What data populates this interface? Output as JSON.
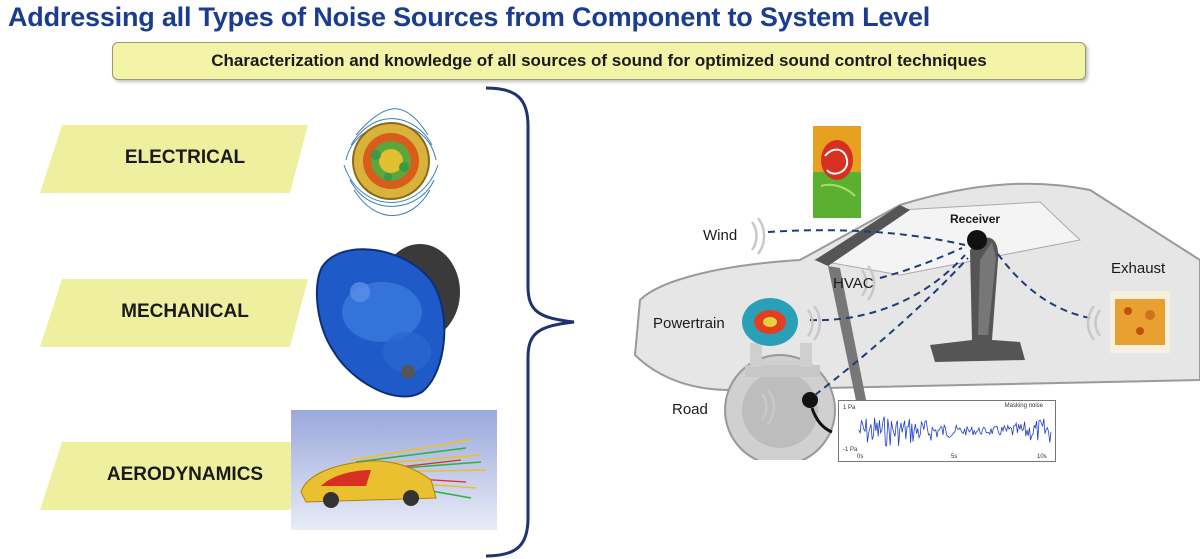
{
  "header": {
    "title": "Addressing all Types of Noise Sources from Component to System Level",
    "subtitle": "Characterization and knowledge of all sources of sound for optimized sound control techniques"
  },
  "categories": [
    {
      "label": "ELECTRICAL",
      "image_icon": "electric-motor-field-icon"
    },
    {
      "label": "MECHANICAL",
      "image_icon": "gearbox-housing-icon"
    },
    {
      "label": "AERODYNAMICS",
      "image_icon": "car-flow-simulation-icon"
    }
  ],
  "car_diagram": {
    "sources": {
      "wind": "Wind",
      "hvac": "HVAC",
      "powertrain": "Powertrain",
      "road": "Road",
      "exhaust": "Exhaust"
    },
    "receiver": "Receiver",
    "plot": {
      "title": "Masking noise",
      "y_ticks": [
        "1 Pa",
        "-1 Pa"
      ],
      "x_ticks": [
        "0s",
        "5s",
        "10s"
      ]
    }
  },
  "colors": {
    "title": "#1b3d8f",
    "subtitle_bg": "#f3f4a8",
    "category_bg": "#eef0a0",
    "path_line": "#1e3c78",
    "waveform": "#1f3fc8"
  }
}
